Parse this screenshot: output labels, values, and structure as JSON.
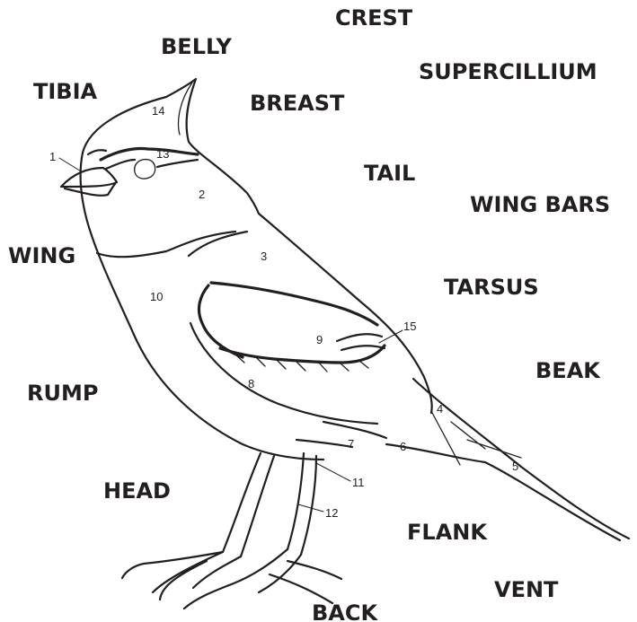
{
  "terms": [
    "CREST",
    "BELLY",
    "SUPERCILLIUM",
    "TIBIA",
    "BREAST",
    "TAIL",
    "WING BARS",
    "WING",
    "TARSUS",
    "BEAK",
    "RUMP",
    "HEAD",
    "FLANK",
    "VENT",
    "BACK"
  ],
  "numbers": [
    "1",
    "2",
    "3",
    "4",
    "5",
    "6",
    "7",
    "8",
    "9",
    "10",
    "11",
    "12",
    "13",
    "14",
    "15"
  ],
  "colors": {
    "ink": "#231f20",
    "background": "#ffffff"
  }
}
